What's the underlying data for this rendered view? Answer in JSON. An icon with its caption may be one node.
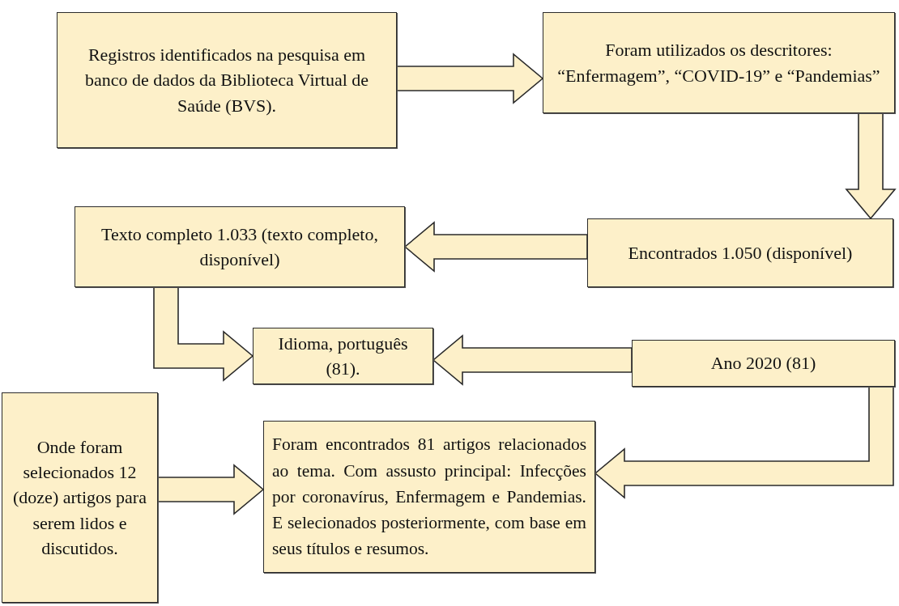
{
  "diagram": {
    "nodes": [
      {
        "text": [
          "Registros identificados na pesquisa em banco de dados da Biblioteca Virtual de Saúde (BVS)."
        ]
      },
      {
        "text": [
          "Foram utilizados os descritores: “Enfermagem”, “COVID-19” e “Pandemias”"
        ]
      },
      {
        "text": [
          "Texto completo 1.033 (texto completo, disponível)"
        ]
      },
      {
        "text": [
          "Encontrados 1.050 (disponível)"
        ]
      },
      {
        "text": [
          "Idioma, português (81)."
        ]
      },
      {
        "text": [
          "Ano 2020 (81)"
        ]
      },
      {
        "text": [
          "Onde foram selecionados 12 (doze) artigos para serem lidos e discutidos."
        ]
      },
      {
        "text": [
          "Foram encontrados 81 artigos relacionados ao tema. Com assusto principal: Infecções por coronavírus, Enfermagem e Pandemias. E selecionados posteriormente, com base em seus títulos e resumos."
        ]
      }
    ],
    "edges": [
      {
        "from": 0,
        "to": 1,
        "arrow": "to"
      },
      {
        "from": 1,
        "to": 3,
        "arrow": "to"
      },
      {
        "from": 3,
        "to": 2,
        "arrow": "to"
      },
      {
        "from": 2,
        "to": 4,
        "arrow": "to"
      },
      {
        "from": 5,
        "to": 4,
        "arrow": "to"
      },
      {
        "from": 5,
        "to": 7,
        "arrow": "to"
      },
      {
        "from": 6,
        "to": 7,
        "arrow": "to"
      }
    ]
  }
}
